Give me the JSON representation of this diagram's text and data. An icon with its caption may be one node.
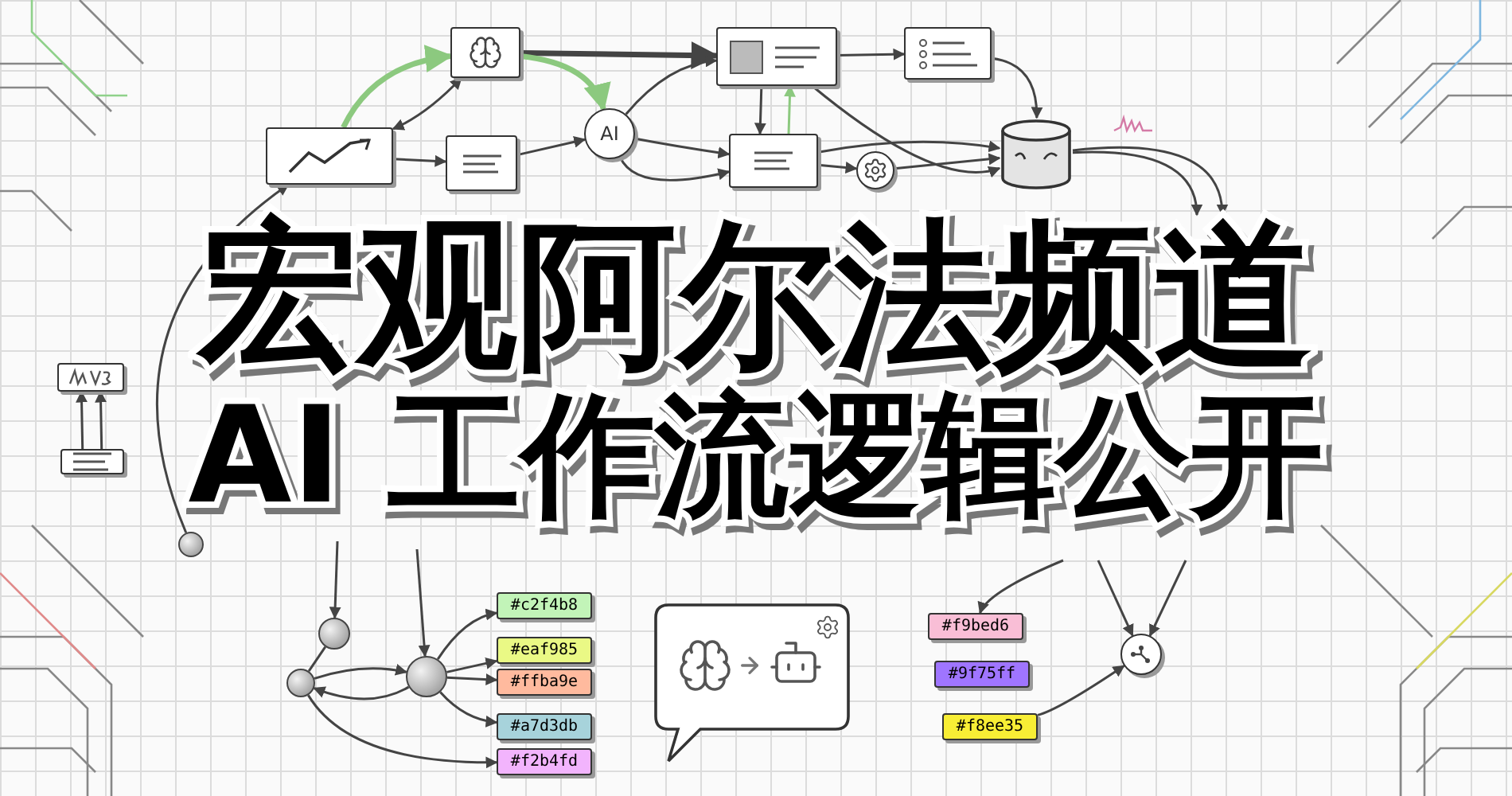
{
  "diagram": {
    "title": "宏观阿尔法频道",
    "nodes": [
      {
        "text": [],
        "shape": "box"
      },
      {
        "text": [],
        "shape": "box"
      },
      {
        "text": [],
        "shape": "box"
      },
      {
        "text": [
          "AI"
        ]
      },
      {
        "text": [],
        "shape": "box"
      },
      {
        "text": [],
        "shape": "box"
      },
      {
        "text": [],
        "shape": "box"
      },
      {
        "text": [],
        "shape": "circle"
      },
      {
        "text": [],
        "shape": "cylinder"
      },
      {
        "text": [],
        "shape": "box"
      },
      {
        "text": [],
        "shape": "box"
      },
      {
        "text": [],
        "shape": "circle"
      },
      {
        "text": [],
        "shape": "circle"
      },
      {
        "text": [],
        "shape": "circle"
      },
      {
        "text": [],
        "shape": "circle"
      },
      {
        "text": [
          "#c2f4b8"
        ]
      },
      {
        "text": [
          "#eaf985"
        ]
      },
      {
        "text": [
          "#ffba9e"
        ]
      },
      {
        "text": [
          "#a7d3db"
        ]
      },
      {
        "text": [
          "#f2b4fd"
        ]
      },
      {
        "text": [
          "#f9bed6"
        ]
      },
      {
        "text": [
          "#9f75ff"
        ]
      },
      {
        "text": [
          "#f8ee35"
        ]
      },
      {
        "text": [],
        "shape": "circle"
      }
    ],
    "edges": [
      {
        "from": 0,
        "to": 1,
        "arrow": "to",
        "style": "thick",
        "color": "#8cc97f"
      },
      {
        "from": 1,
        "to": 0,
        "arrow": "both"
      },
      {
        "from": 0,
        "to": 2,
        "arrow": "to"
      },
      {
        "from": 1,
        "to": 4,
        "arrow": "to",
        "style": "thick"
      },
      {
        "from": 1,
        "to": 3,
        "arrow": "to",
        "style": "thick",
        "color": "#8cc97f"
      },
      {
        "from": 2,
        "to": 3,
        "arrow": "to"
      },
      {
        "from": 3,
        "to": 4,
        "arrow": "to"
      },
      {
        "from": 3,
        "to": 6,
        "arrow": "to"
      },
      {
        "from": 3,
        "to": 6,
        "arrow": "to"
      },
      {
        "from": 4,
        "to": 6,
        "arrow": "to"
      },
      {
        "from": 6,
        "to": 4,
        "arrow": "to",
        "color": "#8cc97f"
      },
      {
        "from": 4,
        "to": 5,
        "arrow": "to"
      },
      {
        "from": 4,
        "to": 8,
        "arrow": "to"
      },
      {
        "from": 5,
        "to": 8,
        "arrow": "to"
      },
      {
        "from": 6,
        "to": 8,
        "arrow": "to"
      },
      {
        "from": 6,
        "to": 7,
        "arrow": "to"
      },
      {
        "from": 7,
        "to": 8,
        "arrow": "to"
      },
      {
        "from": 8,
        "to": null,
        "arrow": "to"
      },
      {
        "from": 8,
        "to": null,
        "arrow": "to"
      },
      {
        "from": 10,
        "to": 9,
        "arrow": "to"
      },
      {
        "from": 10,
        "to": 9,
        "arrow": "to"
      },
      {
        "from": 11,
        "to": 0,
        "arrow": "to"
      },
      {
        "from": null,
        "to": 12,
        "arrow": "to"
      },
      {
        "from": 12,
        "to": 13,
        "arrow": "none"
      },
      {
        "from": 13,
        "to": 14,
        "arrow": "to"
      },
      {
        "from": 14,
        "to": 13,
        "arrow": "to"
      },
      {
        "from": null,
        "to": 14,
        "arrow": "to"
      },
      {
        "from": 14,
        "to": 15,
        "arrow": "to"
      },
      {
        "from": 14,
        "to": 16,
        "arrow": "to"
      },
      {
        "from": 14,
        "to": 17,
        "arrow": "to"
      },
      {
        "from": 14,
        "to": 18,
        "arrow": "to"
      },
      {
        "from": 13,
        "to": 19,
        "arrow": "to"
      },
      {
        "from": null,
        "to": 20,
        "arrow": "to"
      },
      {
        "from": null,
        "to": 23,
        "arrow": "to"
      },
      {
        "from": null,
        "to": 23,
        "arrow": "to"
      },
      {
        "from": 22,
        "to": 23,
        "arrow": "to"
      }
    ],
    "labels": [
      "AI 工作流逻辑公开"
    ]
  }
}
